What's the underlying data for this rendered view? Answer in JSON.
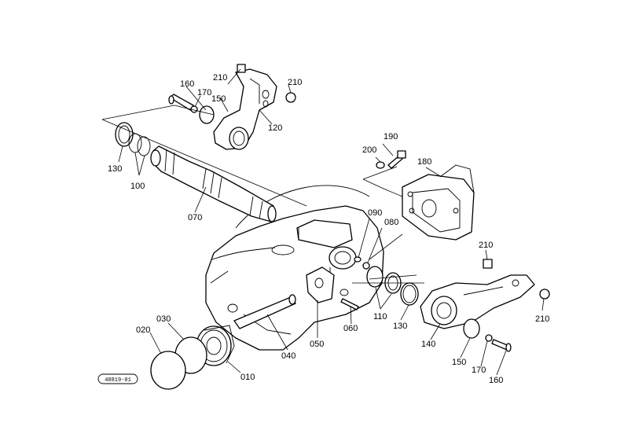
{
  "diagram": {
    "stamp": "40819-01",
    "labels": {
      "p010": "010",
      "p020": "020",
      "p030": "030",
      "p040": "040",
      "p050": "050",
      "p060": "060",
      "p070": "070",
      "p080": "080",
      "p090": "090",
      "p100": "100",
      "p110": "110",
      "p120": "120",
      "p130a": "130",
      "p130b": "130",
      "p140": "140",
      "p150a": "150",
      "p150b": "150",
      "p160a": "160",
      "p160b": "160",
      "p170a": "170",
      "p170b": "170",
      "p180": "180",
      "p190": "190",
      "p200": "200",
      "p210a": "210",
      "p210b": "210",
      "p210c": "210",
      "p210d": "210"
    }
  }
}
